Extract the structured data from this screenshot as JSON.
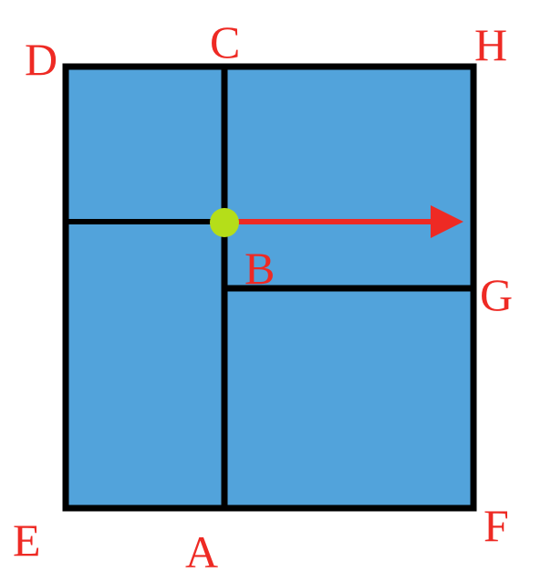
{
  "colors": {
    "background": "#ffffff",
    "fill": "#52a3db",
    "outline": "#000000",
    "label": "#ee2a24",
    "arrow": "#ee2a24",
    "point": "#b5de19"
  },
  "labels": {
    "D": "D",
    "C": "C",
    "H": "H",
    "B": "B",
    "G": "G",
    "E": "E",
    "A": "A",
    "F": "F"
  }
}
